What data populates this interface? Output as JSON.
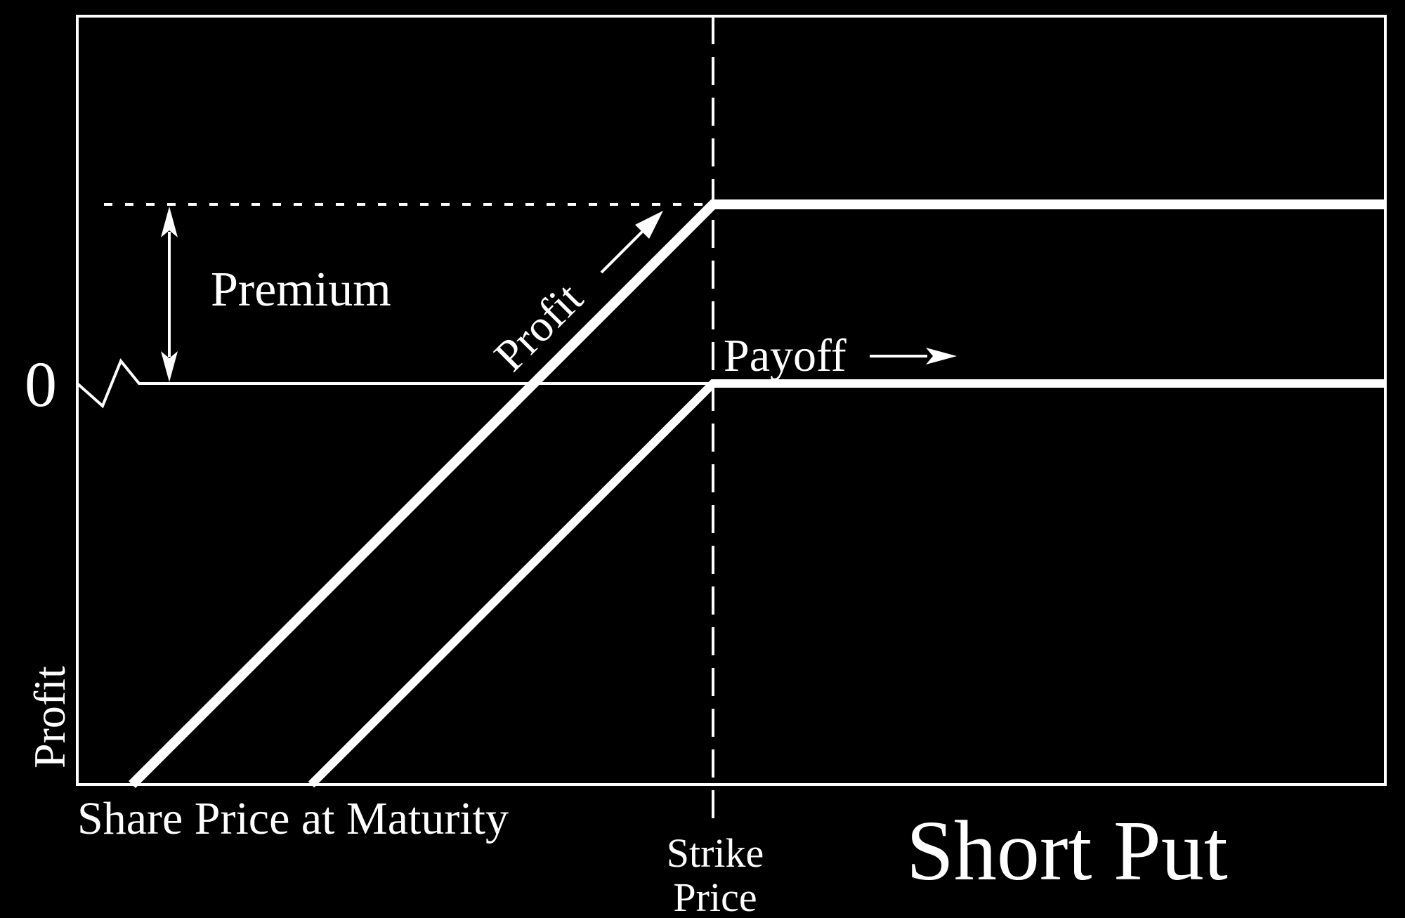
{
  "diagram": {
    "title": "Short Put",
    "y_axis_label": "Profit",
    "x_axis_label": "Share Price at Maturity",
    "zero_label": "0",
    "strike_label_line1": "Strike",
    "strike_label_line2": "Price",
    "premium_label": "Premium",
    "profit_curve_label": "Profit",
    "payoff_curve_label": "Payoff",
    "colors": {
      "background": "#000000",
      "foreground": "#ffffff"
    }
  }
}
